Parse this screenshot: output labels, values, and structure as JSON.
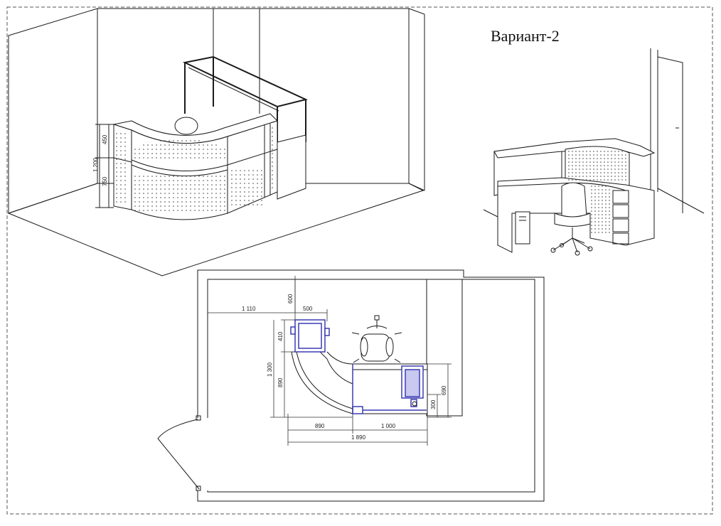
{
  "title": "Вариант-2",
  "colors": {
    "line": "#1a1a1a",
    "highlight": "#3c3cb4",
    "highlight_fill": "#c8c8f0"
  },
  "iso_dims": {
    "top": "450",
    "bottom": "750",
    "total": "1 200"
  },
  "plan_dims": {
    "d600": "600",
    "d1110": "1 110",
    "d500": "500",
    "d410": "410",
    "d1300": "1 300",
    "d890v": "890",
    "d690": "690",
    "d300": "300",
    "d890h": "890",
    "d1000": "1 000",
    "d1890": "1 890"
  }
}
